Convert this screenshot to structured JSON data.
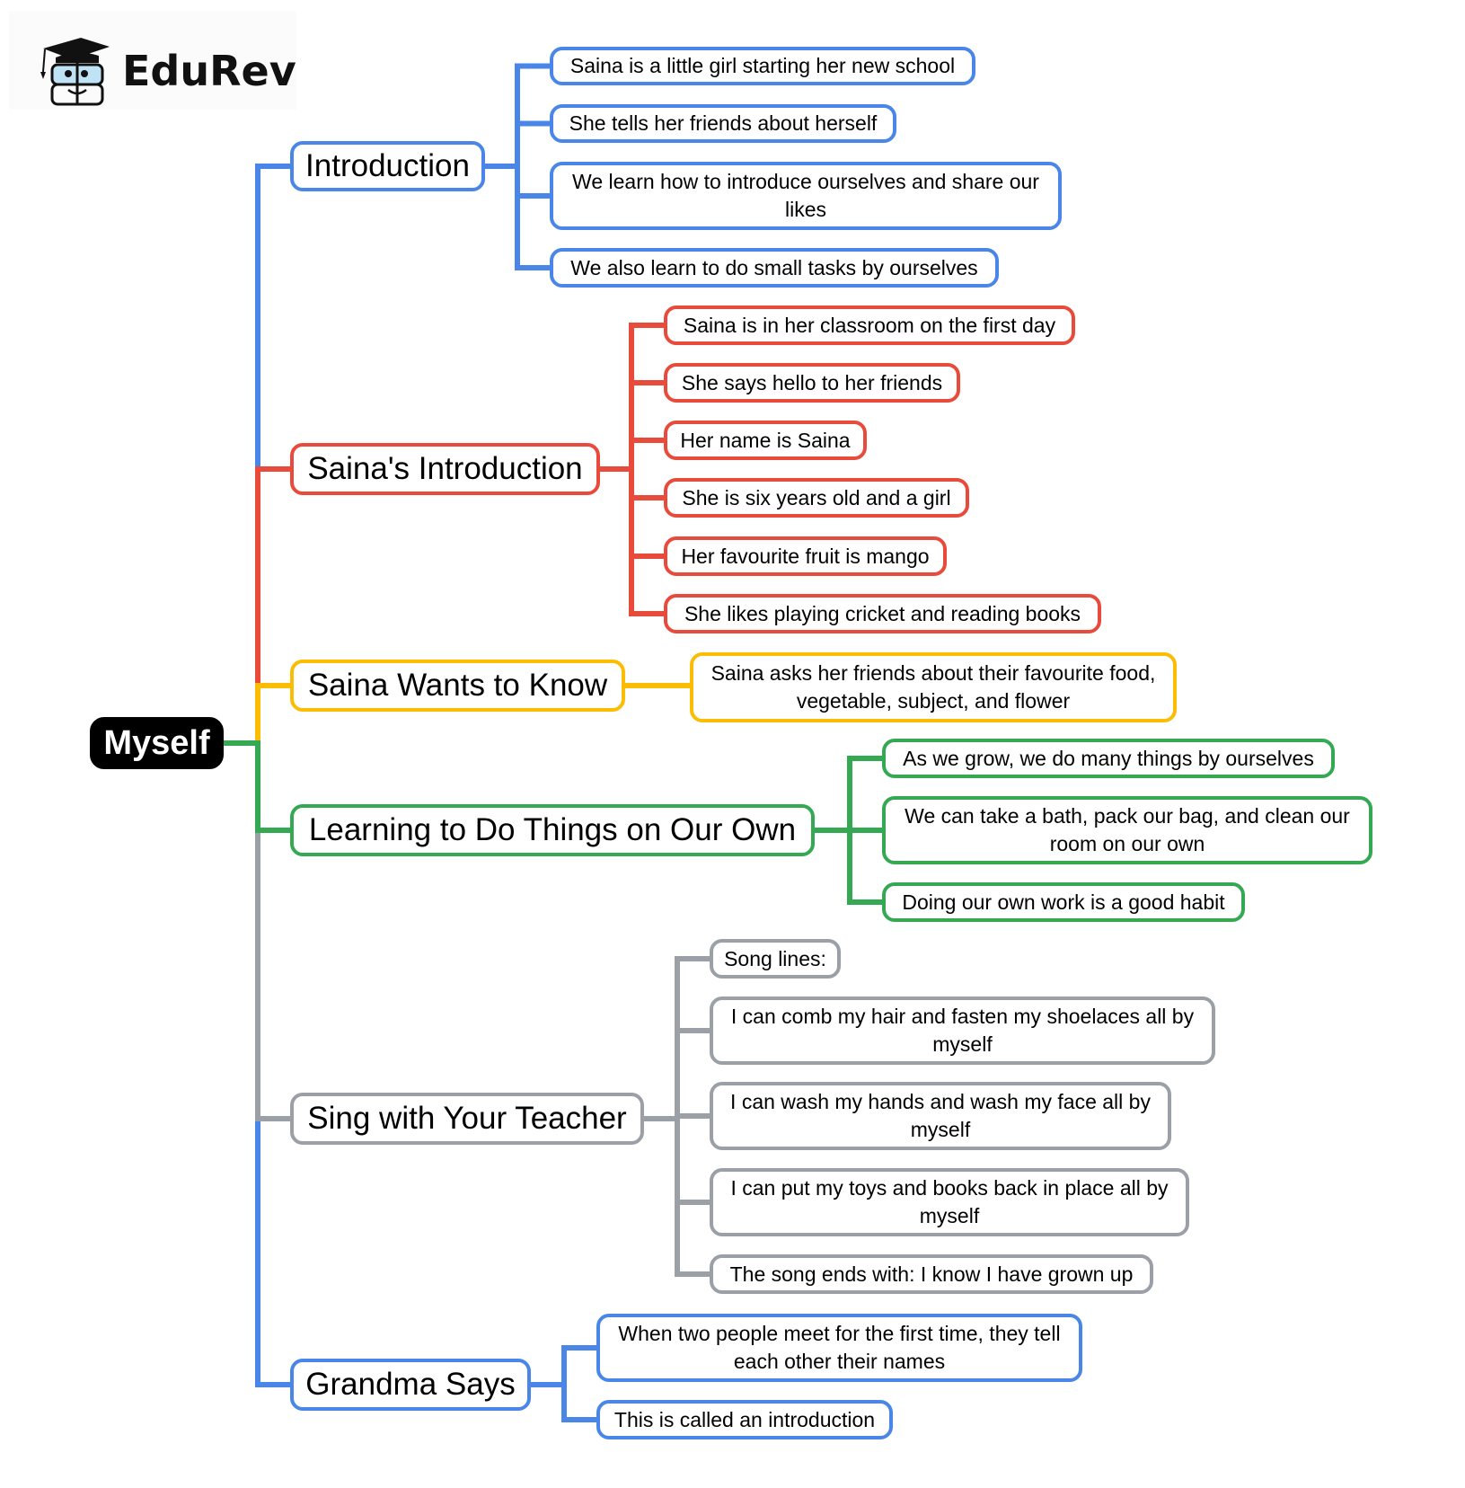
{
  "logo": {
    "brand": "EduRev",
    "icon": "graduate-cap-face-icon"
  },
  "colors": {
    "blue": "#4a86e8",
    "red": "#e84a3c",
    "yellow": "#fbbc04",
    "green": "#34a853",
    "gray": "#9aa0a6",
    "root_bg": "#000000"
  },
  "root": {
    "label": "Myself"
  },
  "branches": [
    {
      "label": "Introduction",
      "color": "blue",
      "children": [
        "Saina is a little girl starting her new school",
        "She tells her friends about herself",
        "We learn how to introduce ourselves and share our likes",
        "We also learn to do small tasks by ourselves"
      ]
    },
    {
      "label": "Saina's Introduction",
      "color": "red",
      "children": [
        "Saina is in her classroom on the first day",
        "She says hello to her friends",
        "Her name is Saina",
        "She is six years old and a girl",
        "Her favourite fruit is mango",
        "She likes playing cricket and reading books"
      ]
    },
    {
      "label": "Saina Wants to Know",
      "color": "yellow",
      "children": [
        "Saina asks her friends about their favourite food, vegetable, subject, and flower"
      ]
    },
    {
      "label": "Learning to Do Things on Our Own",
      "color": "green",
      "children": [
        "As we grow, we do many things by ourselves",
        "We can take a bath, pack our bag, and clean our room on our own",
        "Doing our own work is a good habit"
      ]
    },
    {
      "label": "Sing with Your Teacher",
      "color": "gray",
      "children": [
        "Song lines:",
        "I can comb my hair and fasten my shoelaces all by myself",
        "I can wash my hands and wash my face all by myself",
        "I can put my toys and books back in place all by myself",
        "The song ends with: I know I have grown up"
      ]
    },
    {
      "label": "Grandma Says",
      "color": "blue",
      "children": [
        "When two people meet for the first time, they tell each other their names",
        "This is called an introduction"
      ]
    }
  ]
}
